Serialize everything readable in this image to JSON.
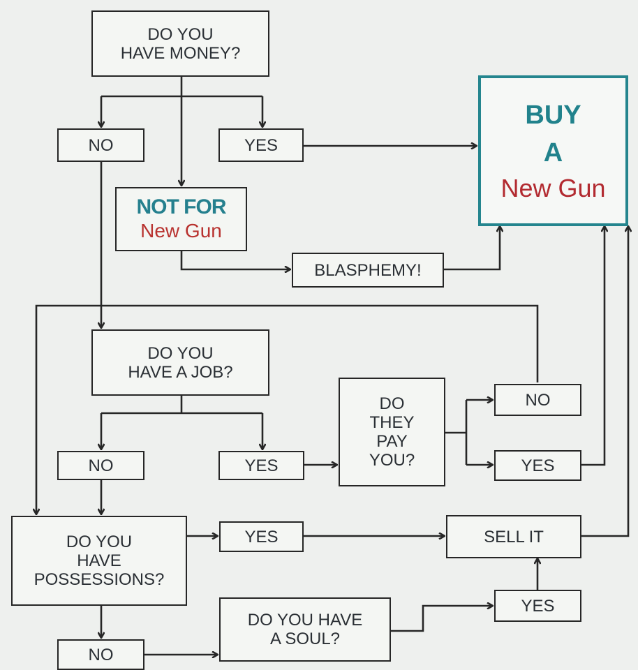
{
  "flowchart": {
    "have_money": {
      "line1": "DO YOU",
      "line2": "HAVE MONEY?"
    },
    "no_money": "NO",
    "yes_money": "YES",
    "not_for": {
      "line1": "NOT FOR",
      "line2": "New Gun"
    },
    "blasphemy": "BLASPHEMY!",
    "buy": {
      "line1": "BUY",
      "line2": "A",
      "line3": "New Gun"
    },
    "have_job": {
      "line1": "DO YOU",
      "line2": "HAVE A JOB?"
    },
    "no_job": "NO",
    "yes_job": "YES",
    "pay": {
      "line1": "DO",
      "line2": "THEY",
      "line3": "PAY",
      "line4": "YOU?"
    },
    "pay_no": "NO",
    "pay_yes": "YES",
    "possessions": {
      "line1": "DO YOU",
      "line2": "HAVE",
      "line3": "POSSESSIONS?"
    },
    "yes_possessions": "YES",
    "sell_it": "SELL IT",
    "no_possessions": "NO",
    "soul": {
      "line1": "DO YOU HAVE",
      "line2": "A SOUL?"
    },
    "yes_soul": "YES"
  },
  "colors": {
    "line": "#262626",
    "teal": "#24858e",
    "red": "#b22a30"
  }
}
